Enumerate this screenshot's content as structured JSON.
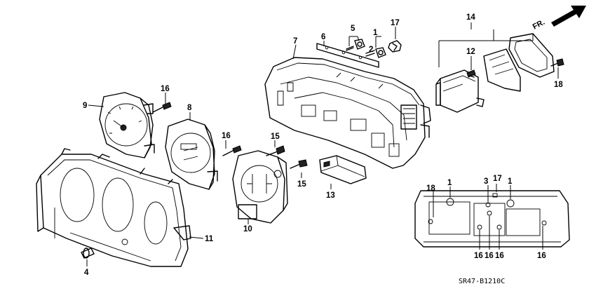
{
  "diagram_code": "SR47-B1210C",
  "front_indicator": "FR.",
  "callouts": {
    "c1a": "1",
    "c1b": "1",
    "c1c": "1",
    "c2": "2",
    "c3": "3",
    "c4": "4",
    "c5": "5",
    "c6": "6",
    "c7": "7",
    "c8": "8",
    "c9": "9",
    "c10": "10",
    "c11": "11",
    "c12": "12",
    "c13": "13",
    "c14": "14",
    "c15a": "15",
    "c15b": "15",
    "c16a": "16",
    "c16b": "16",
    "c16c": "16",
    "c16d": "16",
    "c16e": "16",
    "c17a": "17",
    "c17b": "17",
    "c18a": "18",
    "c18b": "18"
  }
}
